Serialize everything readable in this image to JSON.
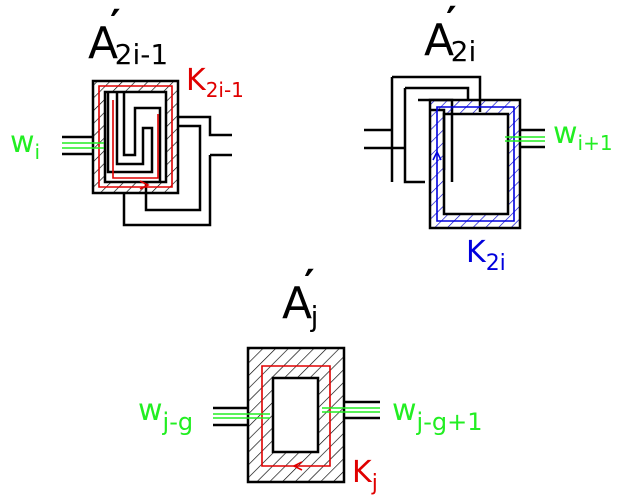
{
  "colors": {
    "outline": "#000000",
    "wire": "#22ee22",
    "loop_odd": "#e00000",
    "loop_even": "#0000dd",
    "loop_j": "#e00000",
    "hatch_odd": "#000000",
    "hatch_even": "#0000cc"
  },
  "panels": {
    "odd": {
      "title_base": "A",
      "title_prime": "′",
      "title_sub": "2i-1",
      "loop_base": "K",
      "loop_sub": "2i-1",
      "wire_base": "w",
      "wire_sub": "i"
    },
    "even": {
      "title_base": "A",
      "title_prime": "′",
      "title_sub": "2i",
      "loop_base": "K",
      "loop_sub": "2i",
      "wire_base": "w",
      "wire_sub": "i+1"
    },
    "j": {
      "title_base": "A",
      "title_prime": "′",
      "title_sub": "j",
      "loop_base": "K",
      "loop_sub": "j",
      "wire_left_base": "w",
      "wire_left_sub": "j-g",
      "wire_right_base": "w",
      "wire_right_sub": "j-g+1"
    }
  }
}
